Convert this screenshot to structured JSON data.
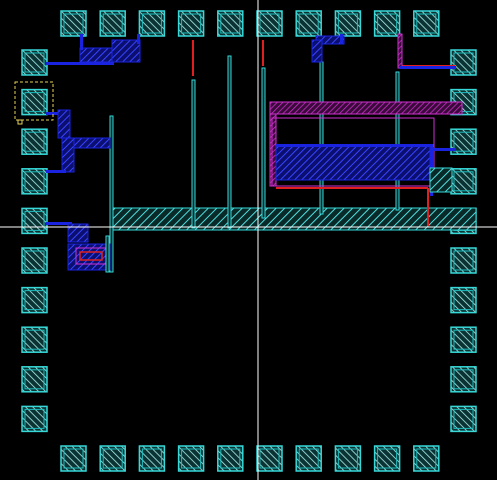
{
  "view": {
    "mode": "layout-editor",
    "crosshair": "white",
    "selection_box": "yellow-dashed"
  },
  "colors": {
    "background": "#000000",
    "pad_fill": "#9fe8e8",
    "pad_outline": "#36d8d8",
    "pad_inner": "#1fbcbc",
    "metal1": "#1a24e0",
    "metal1_hatch": "#3a44ff",
    "metal2": "#30d0d0",
    "poly": "#e02020",
    "diffusion": "#e020e0",
    "crosshair": "#ffffff",
    "selection": "#e6d25a"
  },
  "pads": {
    "top_count": 10,
    "bottom_count": 10,
    "left_count": 10,
    "right_count": 10
  },
  "icons": {
    "pad": "hatched-bond-pad-icon",
    "selection": "selection-box-icon",
    "origin": "crosshair-origin-icon"
  }
}
